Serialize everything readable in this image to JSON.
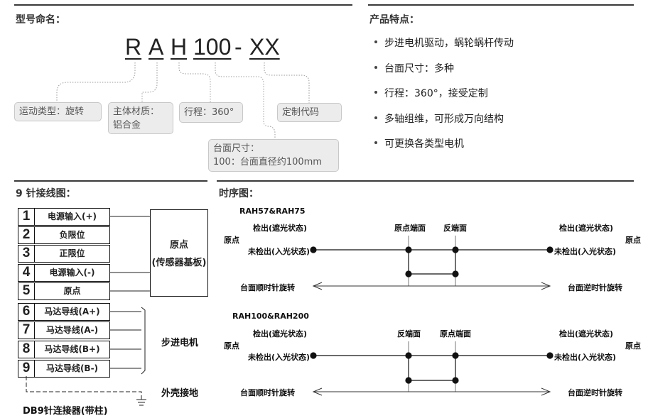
{
  "model_naming": {
    "title": "型号命名：",
    "code": {
      "r": "R",
      "a": "A",
      "h": "H",
      "num": "100",
      "dash": "-",
      "xx": "XX"
    },
    "motion_type": "运动类型：旋转",
    "body_material_line1": "主体材质：",
    "body_material_line2": "铝合金",
    "stroke": "行程：360°",
    "custom_code": "定制代码",
    "table_size_line1": "台面尺寸：",
    "table_size_line2": "100：台面直径约100mm"
  },
  "features": {
    "title": "产品特点：",
    "items": [
      "步进电机驱动，蜗轮蜗杆传动",
      "台面尺寸：多种",
      "行程：360°，接受定制",
      "多轴组维，可形成万向结构",
      "可更换各类型电机"
    ]
  },
  "wiring": {
    "title": "9 针接线图：",
    "pins": [
      {
        "num": "1",
        "label": "电源输入(+)"
      },
      {
        "num": "2",
        "label": "负限位"
      },
      {
        "num": "3",
        "label": "正限位"
      },
      {
        "num": "4",
        "label": "电源输入(-)"
      },
      {
        "num": "5",
        "label": "原点"
      },
      {
        "num": "6",
        "label": "马达导线(A+)"
      },
      {
        "num": "7",
        "label": "马达导线(A-)"
      },
      {
        "num": "8",
        "label": "马达导线(B+)"
      },
      {
        "num": "9",
        "label": "马达导线(B-)"
      }
    ],
    "origin_board_line1": "原点",
    "origin_board_line2": "(传感器基板)",
    "stepper_motor": "步进电机",
    "case_ground": "外壳接地",
    "connector": "DB9针连接器(带柱)"
  },
  "timing": {
    "title": "时序图：",
    "diagrams": [
      {
        "model": "RAH57&RAH75",
        "origin": "原点",
        "detected": "检出(遮光状态)",
        "undetected": "未检出(入光状态)",
        "mark_left": "原点端面",
        "mark_right": "反端面",
        "ccw_label": "台面顺时针旋转",
        "cw_label": "台面逆时针旋转"
      },
      {
        "model": "RAH100&RAH200",
        "origin": "原点",
        "detected": "检出(遮光状态)",
        "undetected": "未检出(入光状态)",
        "mark_left": "反端面",
        "mark_right": "原点端面",
        "ccw_label": "台面顺时针旋转",
        "cw_label": "台面逆时针旋转"
      }
    ]
  }
}
